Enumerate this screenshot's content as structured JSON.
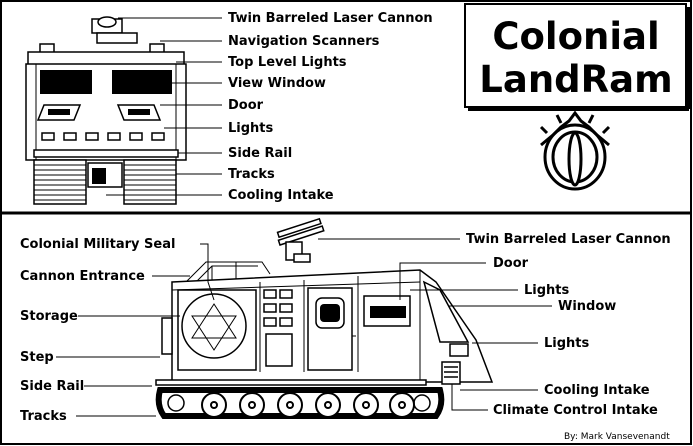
{
  "title": {
    "line1": "Colonial",
    "line2": "LandRam"
  },
  "front_view": {
    "labels": [
      "Twin Barreled Laser Cannon",
      "Navigation Scanners",
      "Top Level Lights",
      "View Window",
      "Door",
      "Lights",
      "Side Rail",
      "Tracks",
      "Cooling Intake"
    ]
  },
  "side_view": {
    "left_labels": [
      "Colonial Military Seal",
      "Cannon Entrance",
      "Storage",
      "Step",
      "Side Rail",
      "Tracks"
    ],
    "right_labels": [
      "Twin Barreled Laser Cannon",
      "Door",
      "Lights",
      "Window",
      "Lights",
      "Cooling Intake",
      "Climate Control Intake"
    ]
  },
  "credit": "By: Mark Vansevenandt",
  "colors": {
    "ink": "#000000",
    "paper": "#ffffff"
  },
  "icons": [
    "colonial-seal-icon"
  ]
}
